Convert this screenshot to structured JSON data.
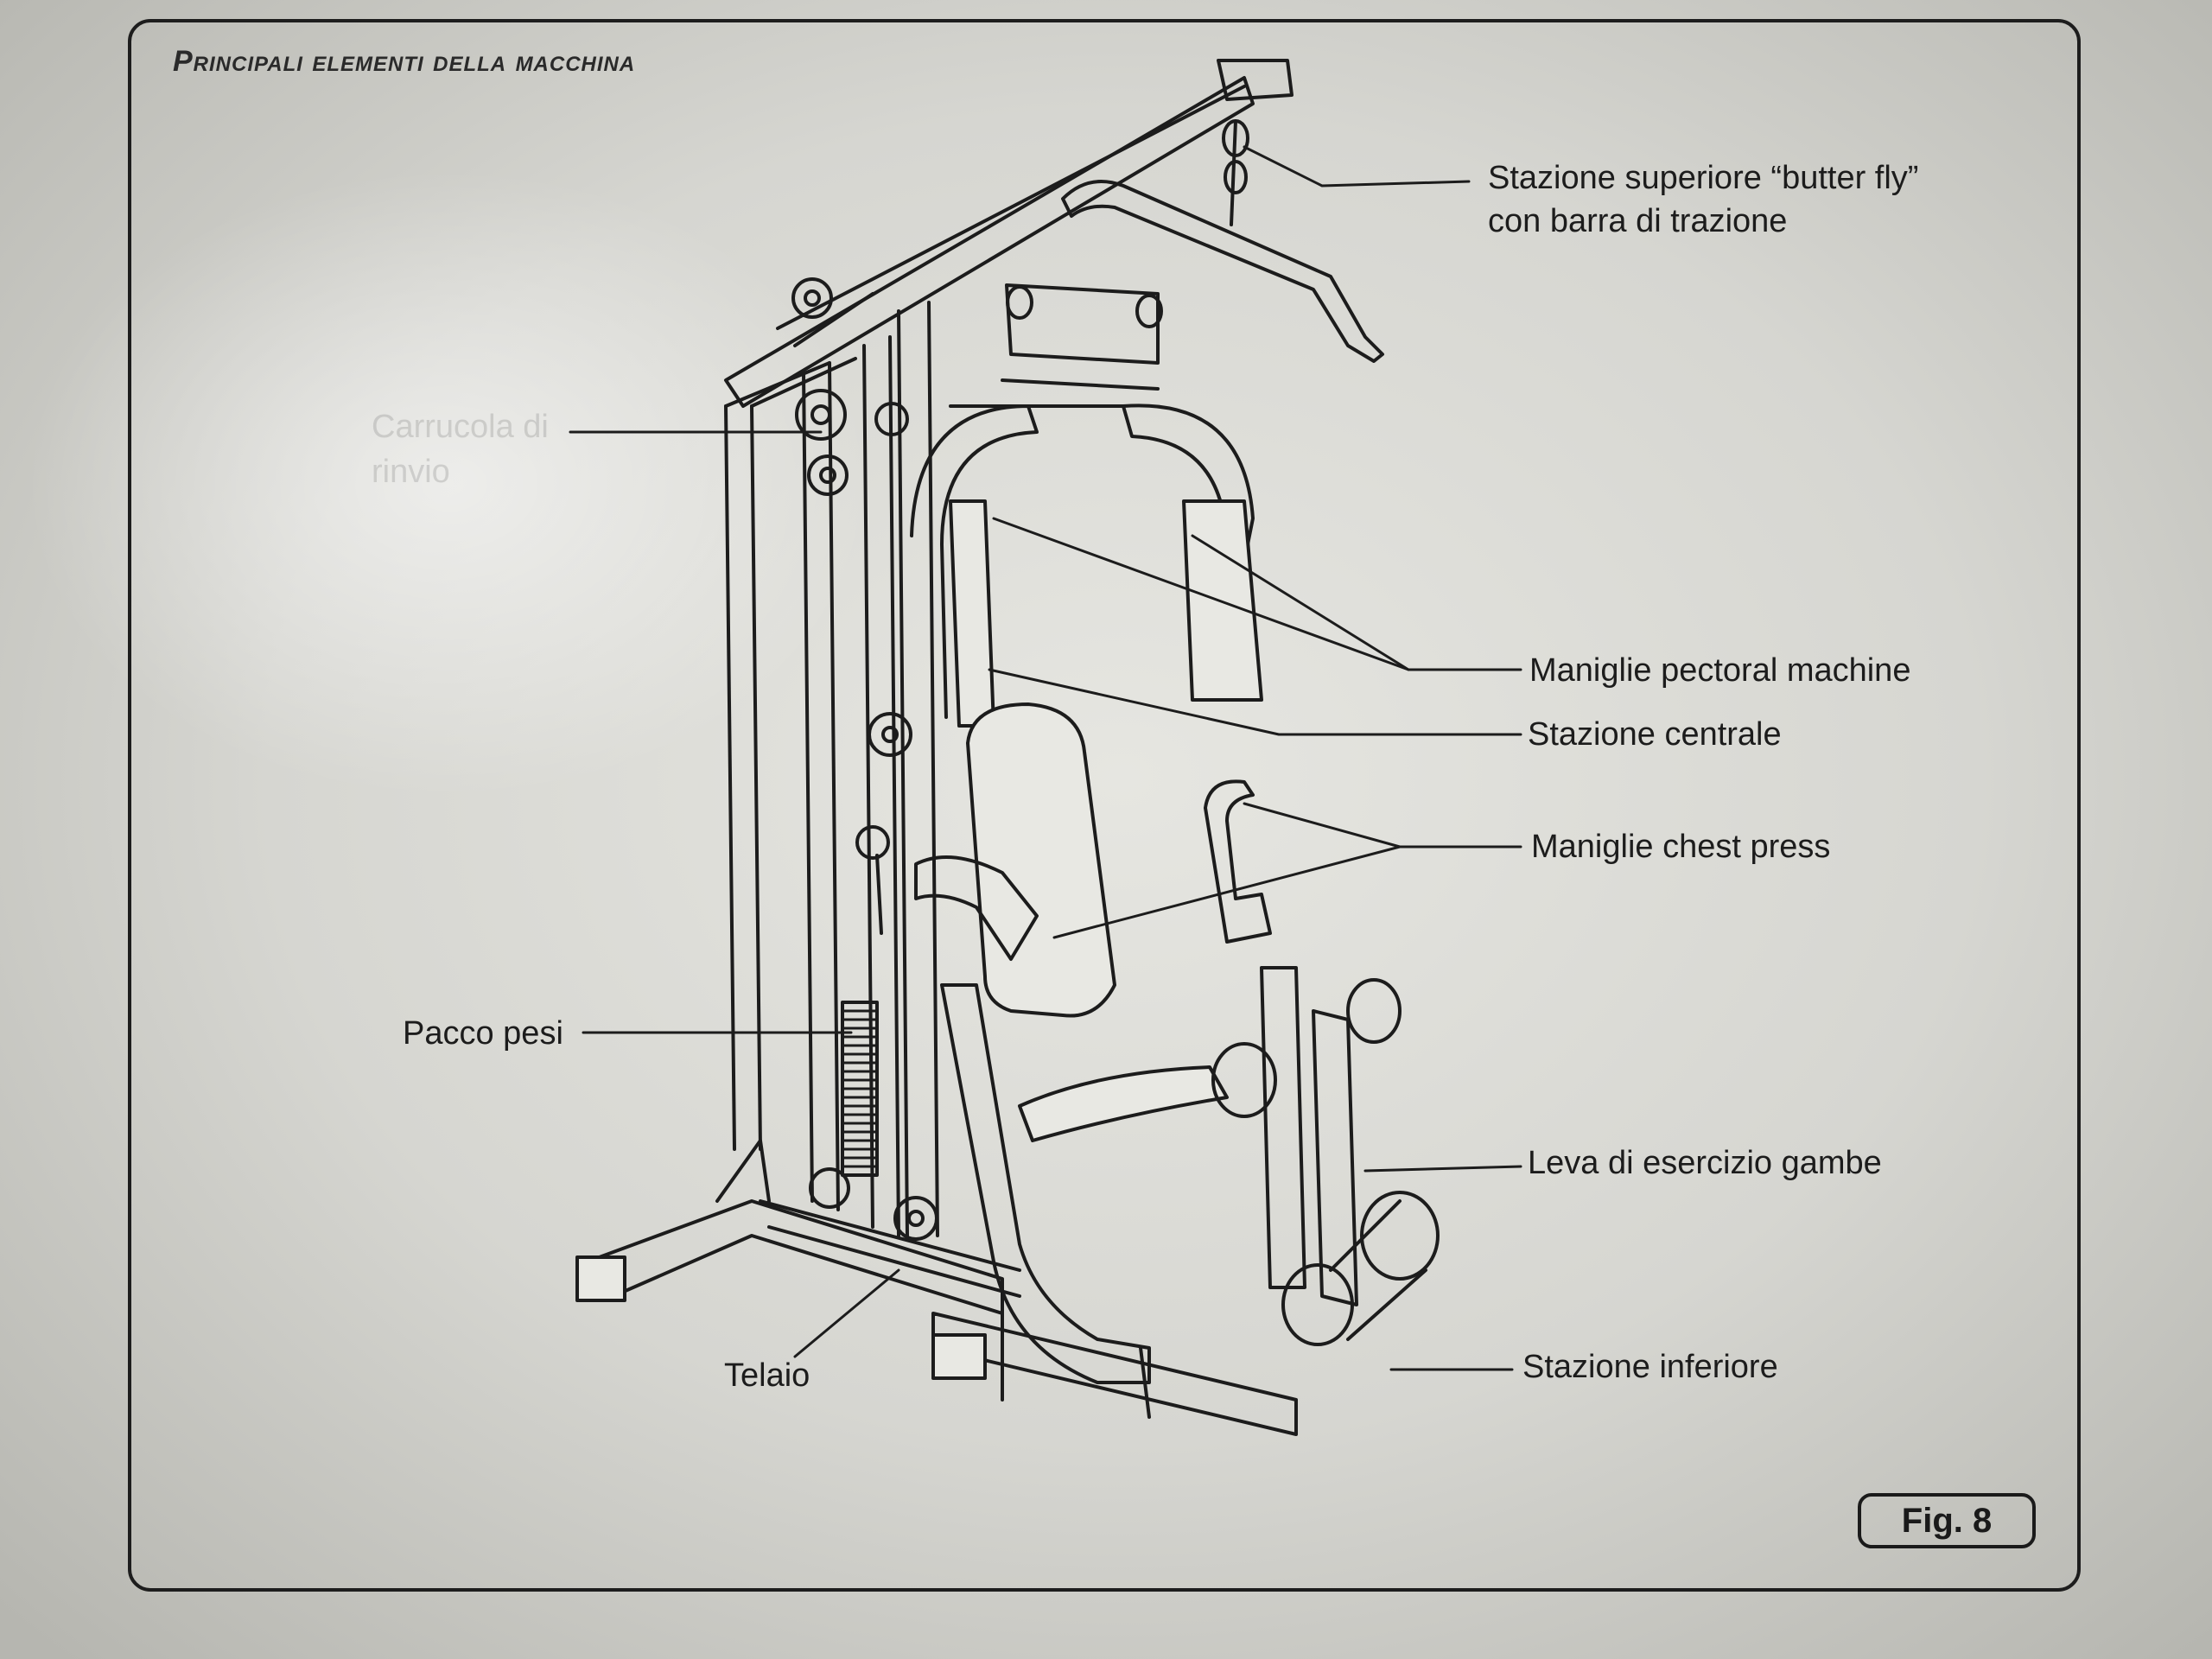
{
  "page": {
    "title": "Principali elementi della macchina",
    "figure_label": "Fig. 8"
  },
  "callouts": {
    "top_station_line1": "Stazione superiore “butter fly”",
    "top_station_line2": "con barra di trazione",
    "pulley_line1": "Carrucola di",
    "pulley_line2": "rinvio",
    "pectoral": "Maniglie pectoral machine",
    "central": "Stazione centrale",
    "chest": "Maniglie chest press",
    "weights": "Pacco pesi",
    "legs": "Leva di esercizio gambe",
    "frame": "Telaio",
    "lower": "Stazione inferiore"
  },
  "colors": {
    "ink": "#1c1c1c",
    "paper": "#e2e2dd"
  }
}
